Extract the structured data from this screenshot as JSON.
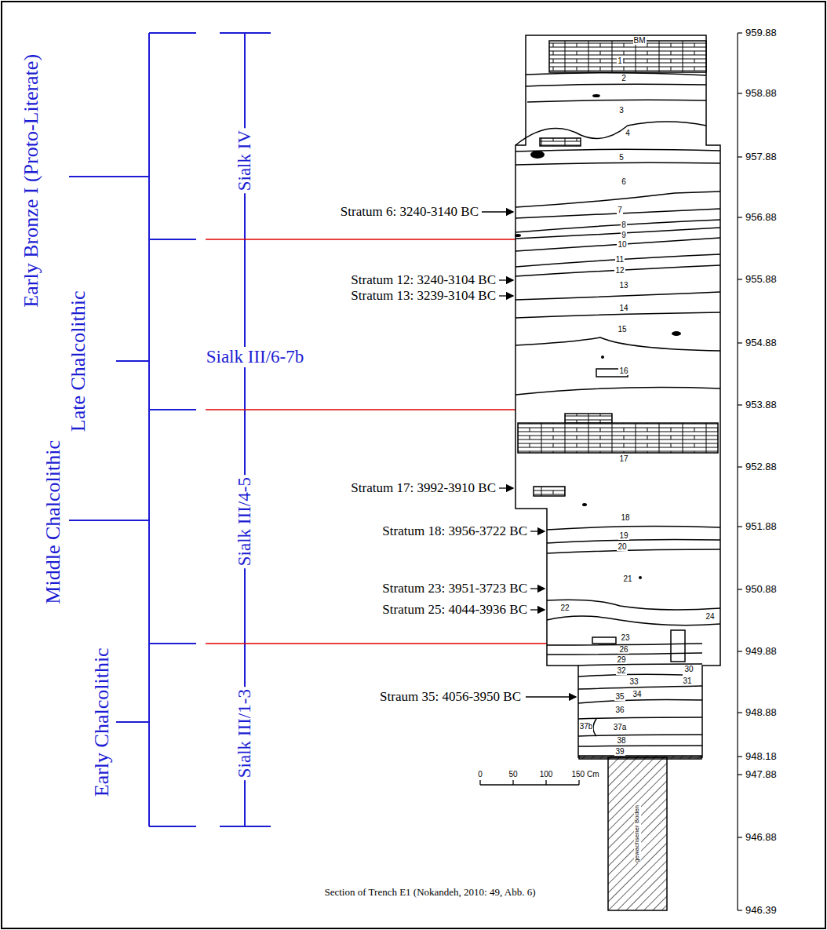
{
  "diagram": {
    "caption": "Section of Trench E1 (Nokandeh, 2010: 49, Abb. 6)",
    "labels": [
      "Early Bronze I (Proto-Literate)",
      "Late Chalcolithic",
      "Middle Chalcolithic",
      "Early Chalcolithic",
      "Sialk IV",
      "Sialk III/6-7b",
      "Sialk III/4-5",
      "Sialk III/1-3",
      "Stratum 6: 3240-3140 BC",
      "Stratum 12: 3240-3104 BC",
      "Stratum 13: 3239-3104 BC",
      "Stratum 17: 3992-3910 BC",
      "Stratum 18: 3956-3722 BC",
      "Stratum 23: 3951-3723 BC",
      "Stratum 25: 4044-3936 BC",
      "Straum 35: 4056-3950 BC",
      "959.88",
      "958.88",
      "957.88",
      "956.88",
      "955.88",
      "954.88",
      "953.88",
      "952.88",
      "951.88",
      "950.88",
      "949.88",
      "948.88",
      "948.18",
      "947.88",
      "946.88",
      "946.39",
      "BM",
      "1",
      "2",
      "3",
      "4",
      "5",
      "6",
      "7",
      "8",
      "9",
      "10",
      "11",
      "12",
      "13",
      "14",
      "15",
      "16",
      "17",
      "18",
      "19",
      "20",
      "21",
      "22",
      "23",
      "24",
      "26",
      "29",
      "30",
      "31",
      "32",
      "33",
      "34",
      "35",
      "36",
      "37a",
      "37b",
      "38",
      "39",
      "gewachsener Boden",
      "0",
      "50",
      "100",
      "150 Cm"
    ]
  }
}
